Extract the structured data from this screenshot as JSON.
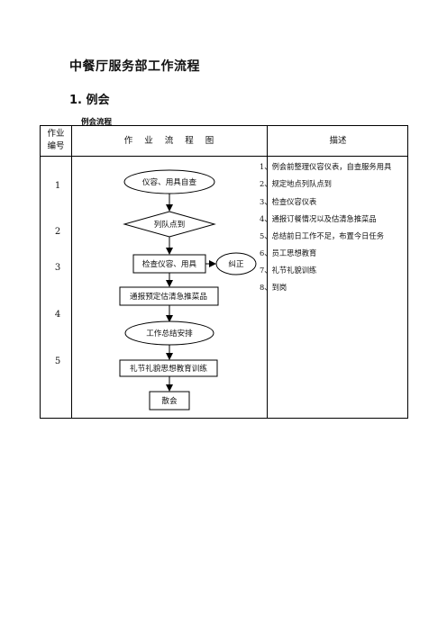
{
  "document": {
    "title": "中餐厅服务部工作流程",
    "section_heading": "1. 例会",
    "sub_heading": "例会流程"
  },
  "table": {
    "headers": {
      "step_no_line1": "作业",
      "step_no_line2": "编号",
      "flowchart": "作 业 流 程 图",
      "description": "描述"
    },
    "step_numbers": [
      "1",
      "2",
      "3",
      "4",
      "5"
    ],
    "flowchart": {
      "node_1": "仪容、用具自查",
      "node_2": "列队点到",
      "node_3": "检查仪容、用具",
      "node_3_side": "纠正",
      "node_4": "通报预定估清急推菜品",
      "node_5": "工作总结安排",
      "node_6": "礼节礼貌思想教育训练",
      "node_7": "散会"
    },
    "descriptions": [
      "1、例会前整理仪容仪表，自查服务用具",
      "2、规定地点列队点到",
      "3、检查仪容仪表",
      "4、通报订餐情况以及估清急推菜品",
      "5、总结前日工作不足，布置今日任务",
      "6、员工思想教育",
      "7、礼节礼貌训练",
      "8、到岗"
    ]
  }
}
